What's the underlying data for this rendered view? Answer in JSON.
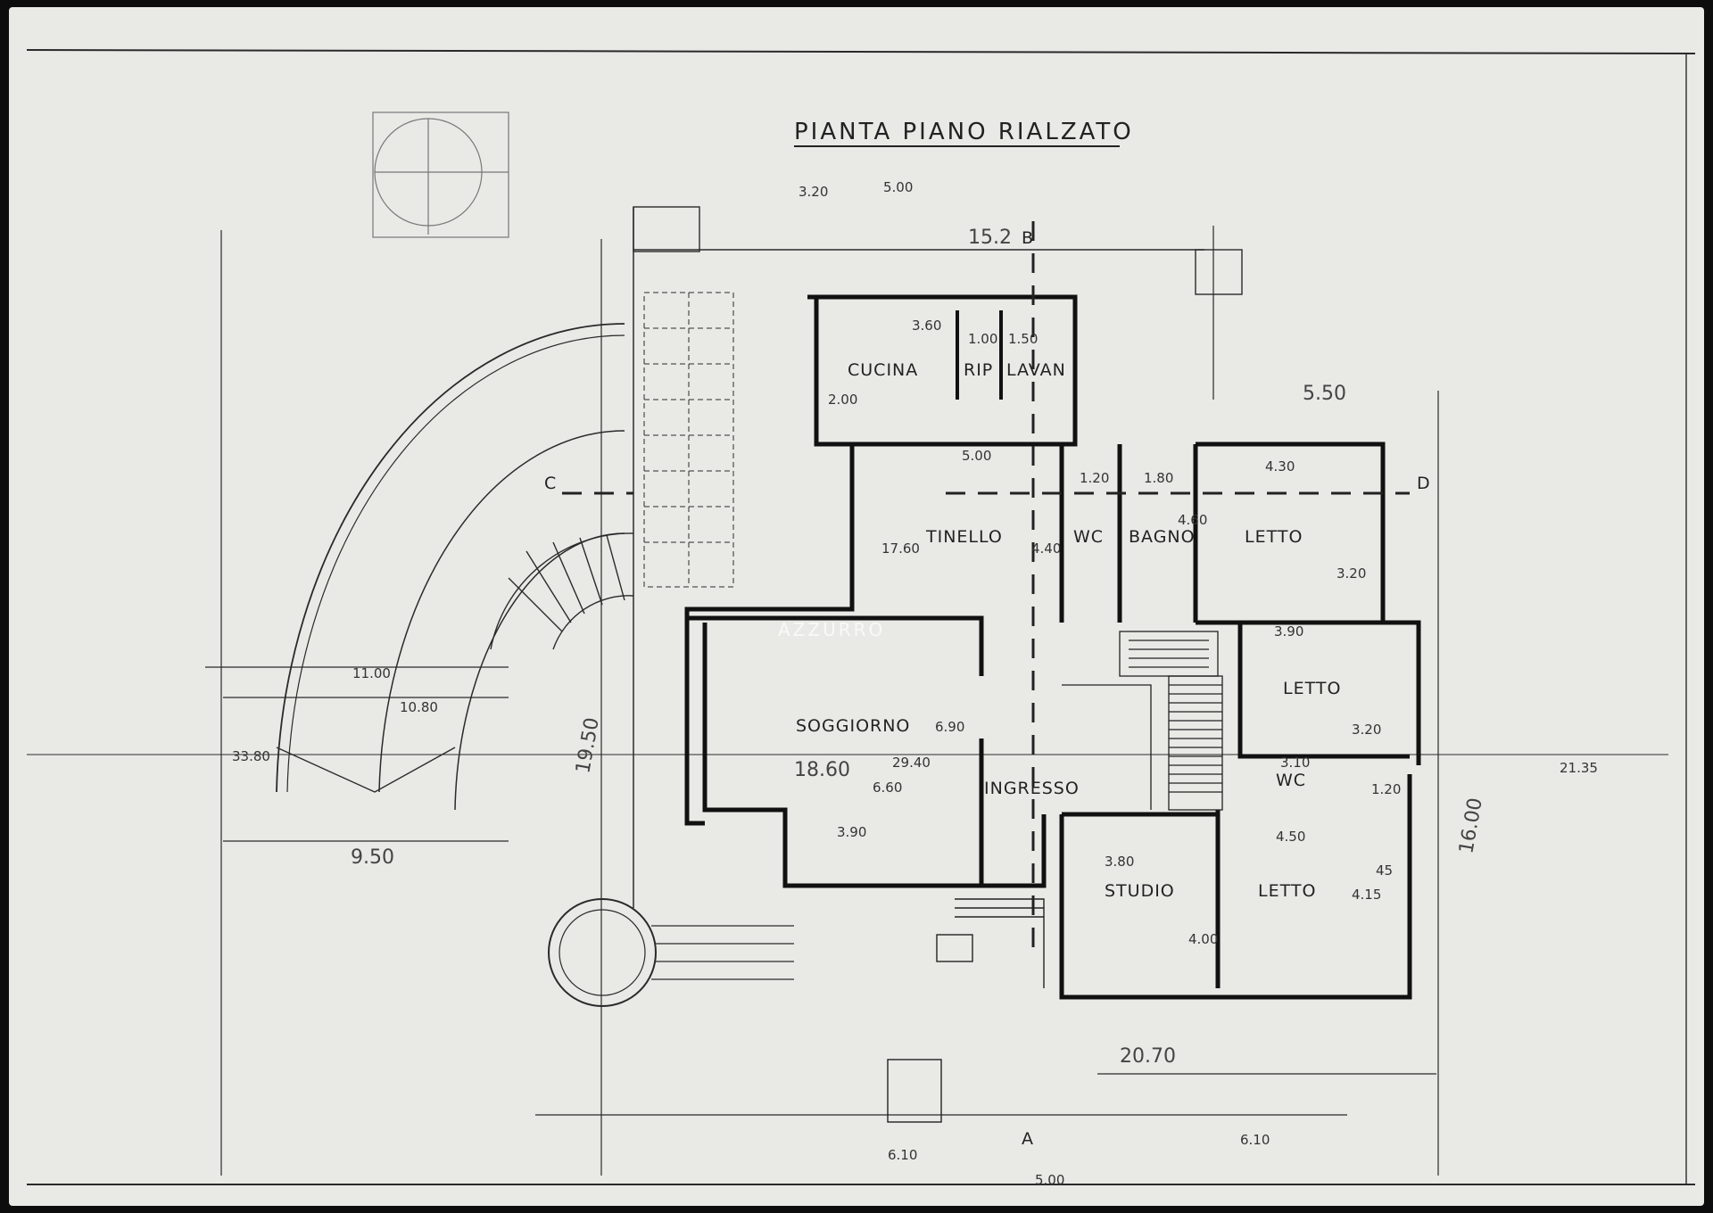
{
  "title": "PIANTA PIANO RIALZATO",
  "watermark": "AZZURRO",
  "section_marks": {
    "b": "B",
    "c": "C",
    "d": "D",
    "a": "A"
  },
  "rooms": {
    "cucina": "CUCINA",
    "rip": "RIP",
    "lavan": "LAVAN",
    "tinello": "TINELLO",
    "wc1": "WC",
    "bagno": "BAGNO",
    "letto1": "LETTO",
    "letto2": "LETTO",
    "wc2": "WC",
    "soggiorno": "SOGGIORNO",
    "ingresso": "INGRESSO",
    "studio": "STUDIO",
    "letto3": "LETTO"
  },
  "dimensions": {
    "top_5_00": "5.00",
    "top_circled": "15.2",
    "topleft_circled": "3.20",
    "cucina_w": "3.60",
    "rip_w": "1.00",
    "lavan_w": "1.50",
    "cucina_h": "2.00",
    "tinello_w": "5.00",
    "tinello_h": "4.40",
    "tinello_area": "17.60",
    "wc_w": "1.20",
    "bagno_w": "1.80",
    "bagno_h": "4.60",
    "letto1_w": "4.30",
    "letto1_h": "3.20",
    "dim_5_50": "5.50",
    "letto2_w": "3.90",
    "letto2_h": "3.20",
    "wc2_w": "3.10",
    "wc2_h": "1.20",
    "sogg_area": "18.60",
    "sogg_circ": "29.40",
    "sogg_w": "6.60",
    "sogg_h": "6.90",
    "sogg_bottom": "3.90",
    "studio_w": "3.80",
    "studio_h": "4.00",
    "letto3_w": "4.50",
    "letto3_h": "4.15",
    "dim_45": "45",
    "left_11_00": "11.00",
    "left_10_80": "10.80",
    "left_33_80": "33.80",
    "left_9_50": "9.50",
    "left_19_50": "19.50",
    "right_16_00": "16.00",
    "right_21_35": "21.35",
    "bottom_20_70": "20.70",
    "bottom_6_10a": "6.10",
    "bottom_6_10b": "6.10",
    "bottom_5_00": "5.00"
  }
}
